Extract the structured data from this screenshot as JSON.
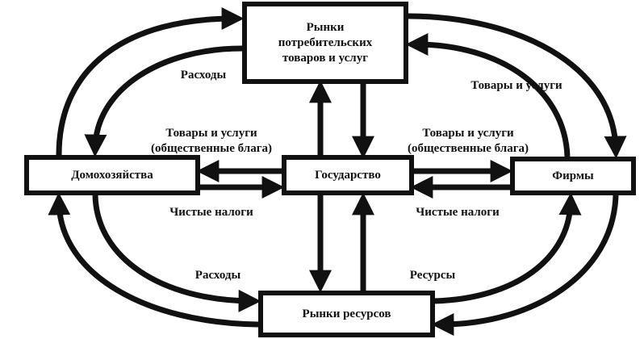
{
  "nodes": {
    "consumer_market": "Рынки потребительских товаров и услуг",
    "households": "Домохозяйства",
    "government": "Государство",
    "firms": "Фирмы",
    "resource_market": "Рынки ресурсов"
  },
  "labels": {
    "spending_top": "Расходы",
    "goods_services_right": "Товары и услуги",
    "public_goods_left_1": "Товары и услуги",
    "public_goods_left_2": "(общественные блага)",
    "public_goods_right_1": "Товары и услуги",
    "public_goods_right_2": "(общественные блага)",
    "net_taxes_left": "Чистые  налоги",
    "net_taxes_right": "Чистые  налоги",
    "spending_bottom": "Расходы",
    "resources": "Ресурсы"
  },
  "colors": {
    "line": "#111111",
    "background": "#ffffff"
  }
}
